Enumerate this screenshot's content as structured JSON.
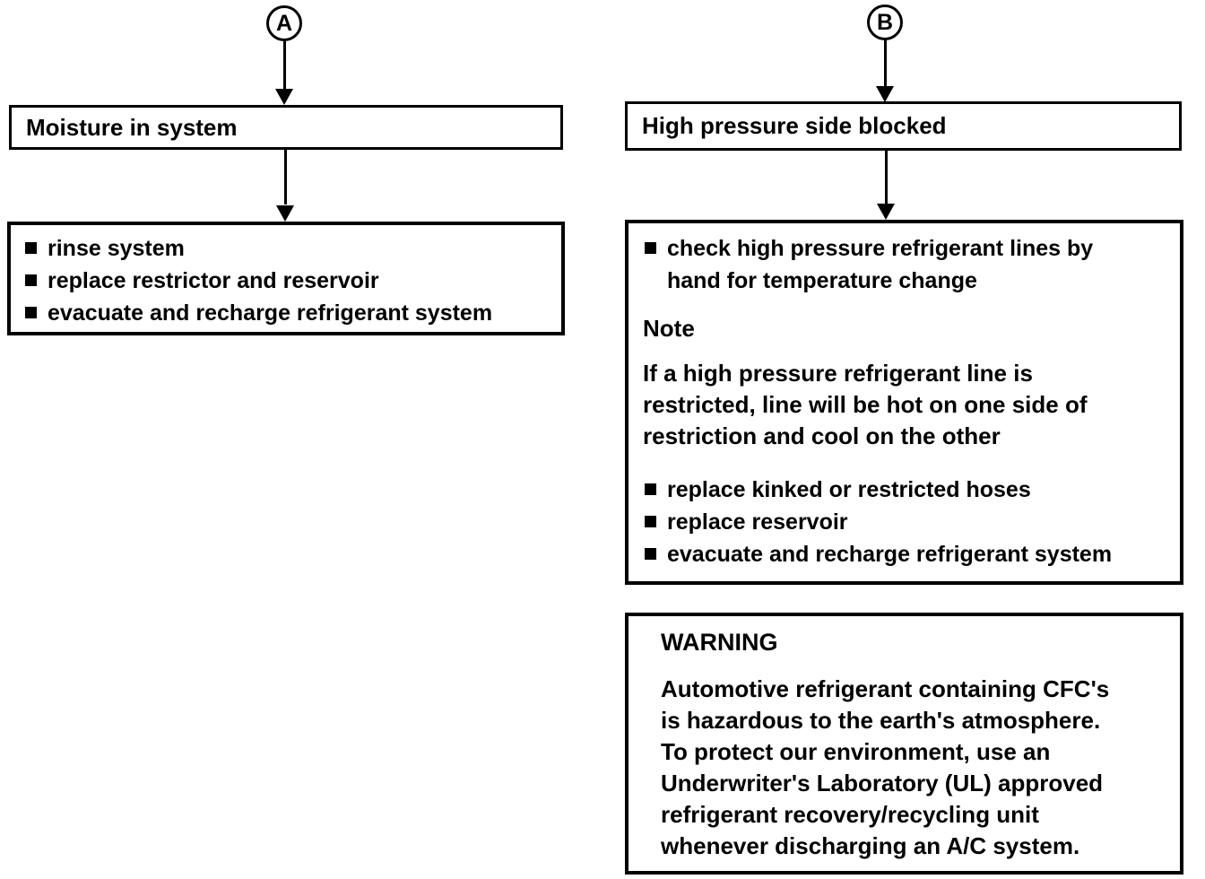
{
  "colors": {
    "ink": "#000000",
    "paper": "#ffffff"
  },
  "branch_a": {
    "connector_label": "A",
    "condition": "Moisture in system",
    "actions": [
      "rinse system",
      "replace restrictor and reservoir",
      "evacuate and recharge refrigerant system"
    ]
  },
  "branch_b": {
    "connector_label": "B",
    "condition": "High pressure side blocked",
    "check_item_lines": [
      "check high pressure refrigerant lines by",
      "hand for temperature change"
    ],
    "note_label": "Note",
    "note_text": "If a high pressure refrigerant line is restricted, line will be hot on one side of restriction and cool on the other",
    "note_text_lines": [
      "If a high pressure refrigerant line is",
      "restricted, line will be hot on one side of",
      "restriction and cool on the other"
    ],
    "actions": [
      "replace kinked or restricted hoses",
      "replace reservoir",
      "evacuate and recharge refrigerant system"
    ]
  },
  "warning": {
    "label": "WARNING",
    "text": "Automotive refrigerant containing CFC's is hazardous to the earth's atmosphere. To protect our environment, use an Underwriter's Laboratory (UL) approved refrigerant recovery/recycling unit whenever discharging an A/C system.",
    "text_lines": [
      "Automotive refrigerant containing CFC's",
      "is hazardous to the earth's atmosphere.",
      "To protect our environment, use an",
      "Underwriter's Laboratory (UL) approved",
      "refrigerant recovery/recycling unit",
      "whenever discharging an A/C system."
    ]
  }
}
